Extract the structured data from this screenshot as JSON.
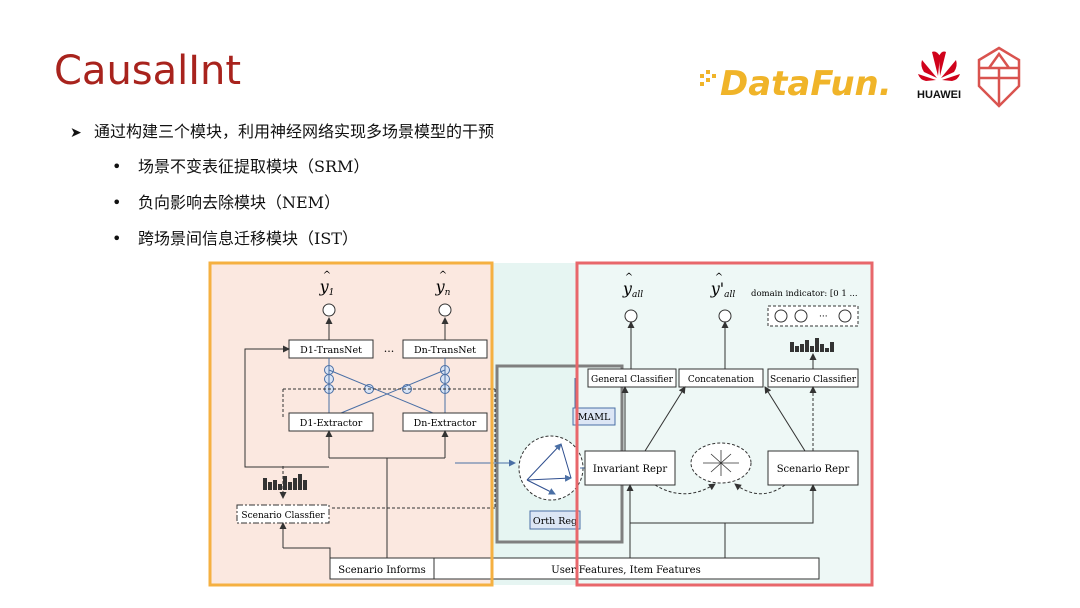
{
  "slide": {
    "title": "CausalInt",
    "logos": {
      "datafun": "DataFun.",
      "huawei": "HUAWEI"
    },
    "bullet_main": "通过构建三个模块，利用神经网络实现多场景模型的干预",
    "sub_bullets": [
      "场景不变表征提取模块（SRM）",
      "负向影响去除模块（NEM）",
      "跨场景间信息迁移模块（IST）"
    ]
  },
  "diagram": {
    "outputs": {
      "y1": "y",
      "y1_sub": "1",
      "yn": "y",
      "yn_sub": "n",
      "yall": "y",
      "yall_sub": "all",
      "yall2": "y'",
      "yall2_sub": "all"
    },
    "domain_indicator": "domain indicator:  [0 1 ...",
    "ellipsis": "...",
    "nodes": {
      "d1_transnet": "D1-TransNet",
      "dn_transnet": "Dn-TransNet",
      "d1_extractor": "D1-Extractor",
      "dn_extractor": "Dn-Extractor",
      "scenario_classfier_left": "Scenario Classfier",
      "scenario_informs": "Scenario Informs",
      "user_item_features": "User Features, Item Features",
      "general_classifier": "General Classifier",
      "concatenation": "Concatenation",
      "scenario_classifier_right": "Scenario Classifier",
      "invariant_repr": "Invariant Repr",
      "scenario_repr": "Scenario Repr",
      "maml": "MAML",
      "orth_reg": "Orth Reg"
    },
    "colors": {
      "left_panel_bg": "#fbe8e0",
      "left_border": "#f5b041",
      "middle_bg": "#e6f5f2",
      "right_border": "#e8676b",
      "gray_box": "#7f7f7f",
      "maml_bg": "#dce6f5",
      "title_red": "#a8231d"
    }
  }
}
